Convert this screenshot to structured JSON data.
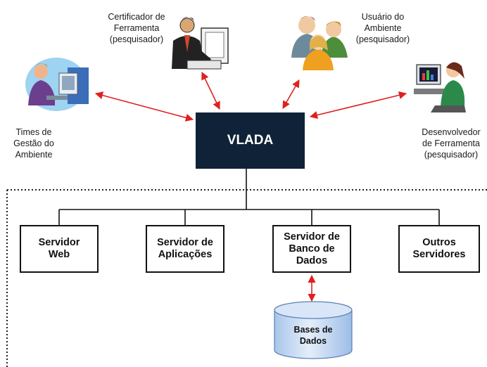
{
  "center_node": "VLADA",
  "actors": {
    "certificador": [
      "Certificador de",
      "Ferramenta",
      "(pesquisador)"
    ],
    "usuario": [
      "Usuário do",
      "Ambiente",
      "(pesquisador)"
    ],
    "times": [
      "Times de",
      "Gestão do",
      "Ambiente"
    ],
    "desenvolvedor": [
      "Desenvolvedor",
      "de Ferramenta",
      "(pesquisador)"
    ]
  },
  "servers": {
    "web": [
      "Servidor",
      "Web"
    ],
    "aplicacoes": [
      "Servidor de",
      "Aplicações"
    ],
    "banco": [
      "Servidor de",
      "Banco de",
      "Dados"
    ],
    "outros": [
      "Outros",
      "Servidores"
    ]
  },
  "database": [
    "Bases de",
    "Dados"
  ],
  "colors": {
    "vlada_box": "#0f2237",
    "arrow": "#e02020",
    "database": "#cfe0f5"
  },
  "icons": [
    "teacher-computer-icon",
    "businessman-computer-icon",
    "group-users-icon",
    "woman-computer-icon"
  ]
}
